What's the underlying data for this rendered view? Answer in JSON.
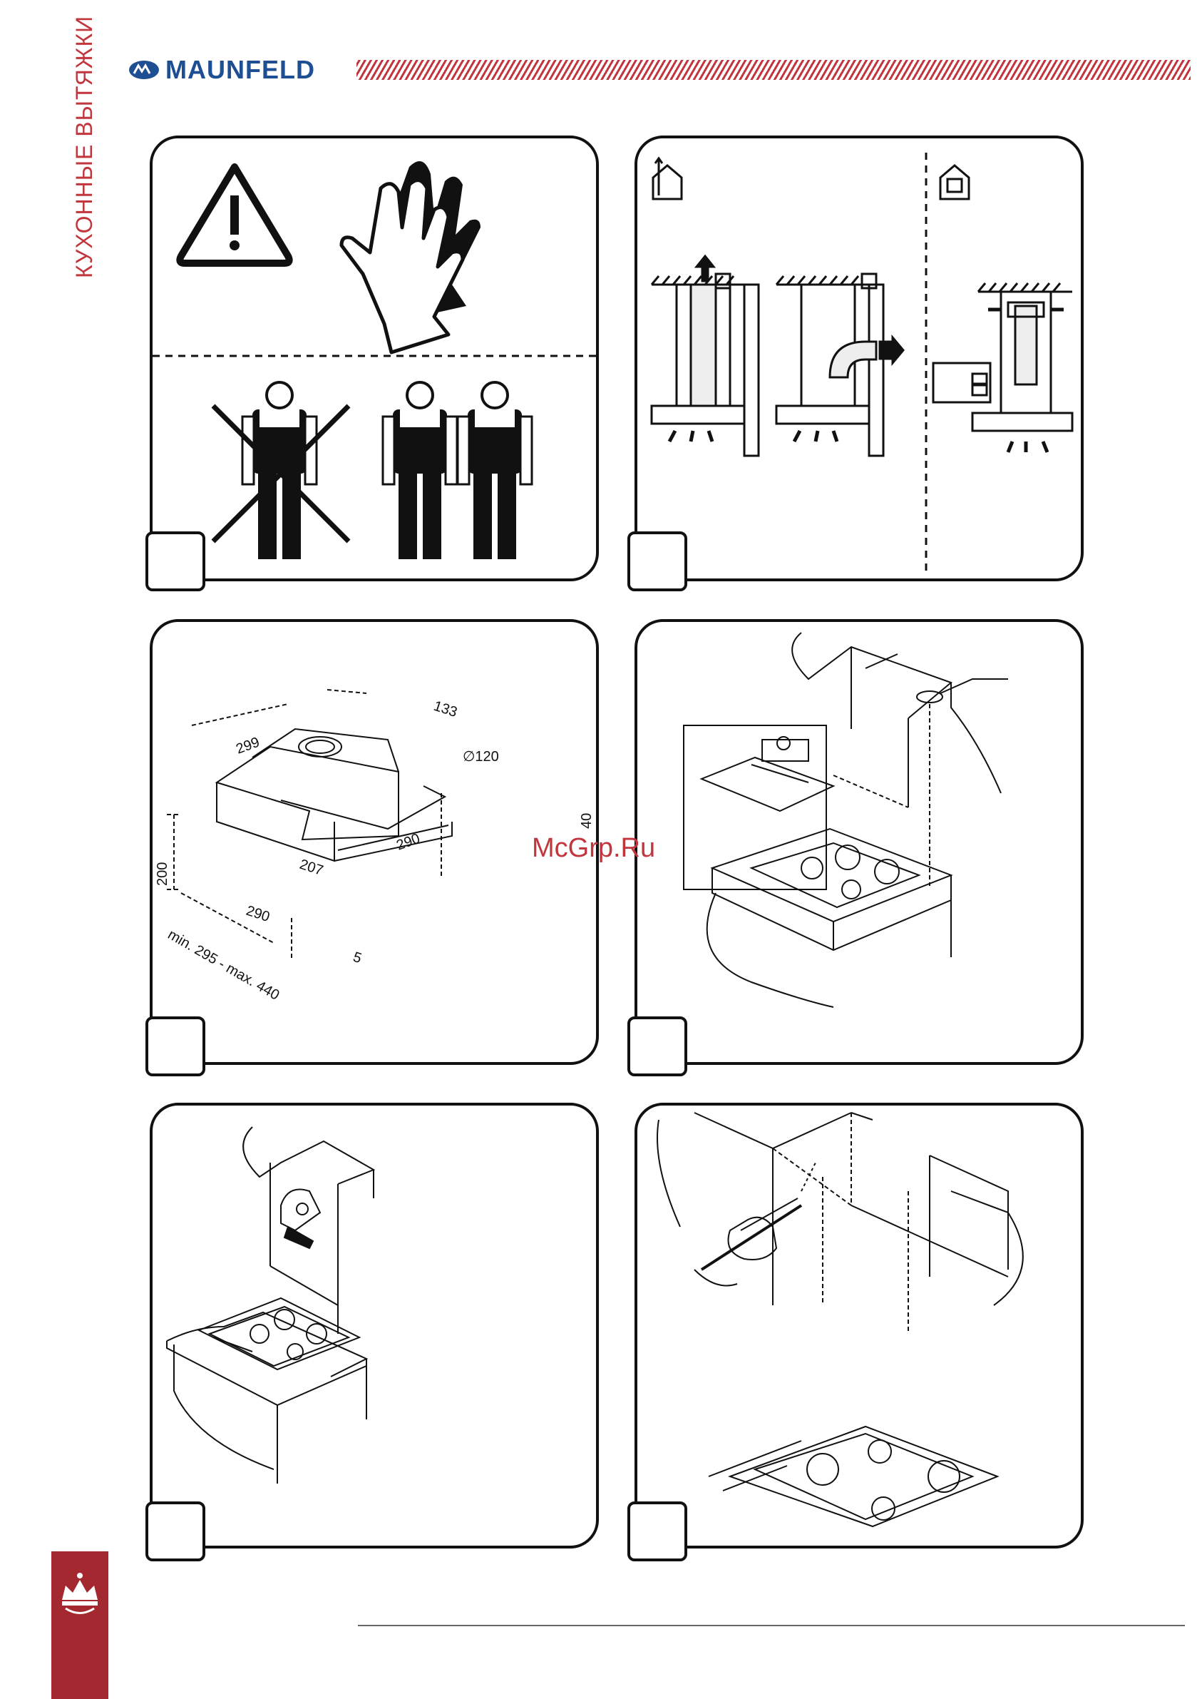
{
  "header": {
    "brand": "MAUNFELD",
    "side_title": "КУХОННЫЕ ВЫТЯЖКИ"
  },
  "colors": {
    "brand_blue": "#1f4f93",
    "accent_red": "#c1363d",
    "dark_red": "#a3282f"
  },
  "panels": [
    {
      "step": "",
      "content": "safety-warning-gloves-two-people"
    },
    {
      "step": "",
      "content": "exhaust-and-recirculation-modes"
    },
    {
      "step": "",
      "content": "dimensions-drawing"
    },
    {
      "step": "",
      "content": "installation-cabinet-over-hob"
    },
    {
      "step": "",
      "content": "cutting-cabinet-bottom"
    },
    {
      "step": "",
      "content": "marking-mounting-points"
    }
  ],
  "dimensions": {
    "d133": "133",
    "d299": "299",
    "d120": "∅120",
    "d40": "40",
    "d200": "200",
    "d290a": "290",
    "d207": "207",
    "d290b": "290",
    "range": "min. 295 - max. 440",
    "d5": "5"
  },
  "watermark": "McGrp.Ru"
}
